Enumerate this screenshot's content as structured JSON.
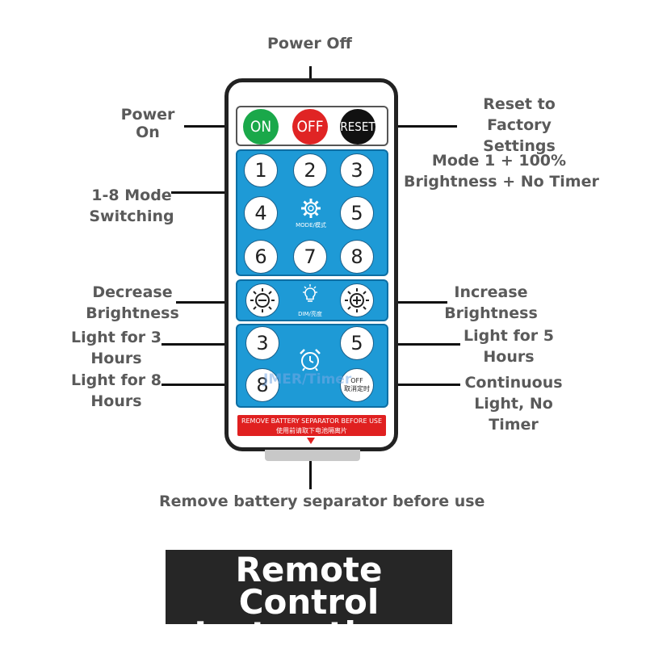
{
  "labels": {
    "power_off": "Power Off",
    "power_on": [
      "Power",
      "On"
    ],
    "reset": [
      "Reset to",
      "Factory",
      "Settings"
    ],
    "mode_one": [
      "Mode 1 + 100%",
      "Brightness + No Timer"
    ],
    "mode_switching": [
      "1-8 Mode",
      "Switching"
    ],
    "decrease": [
      "Decrease",
      "Brightness"
    ],
    "increase": [
      "Increase",
      "Brightness"
    ],
    "light3": [
      "Light for 3",
      "Hours"
    ],
    "light5": [
      "Light for 5",
      "Hours"
    ],
    "light8": [
      "Light for 8",
      "Hours"
    ],
    "continuous": [
      "Continuous",
      "Light, No",
      "Timer"
    ],
    "remove_sep": "Remove battery separator before use"
  },
  "remote": {
    "on": "ON",
    "off": "OFF",
    "reset": "RESET",
    "modes": [
      "1",
      "2",
      "3",
      "4",
      "5",
      "6",
      "7",
      "8"
    ],
    "mode_caption": "MODE/模式",
    "dim_caption": "DIM/亮度",
    "timer": [
      "3",
      "5",
      "8"
    ],
    "timer_off": [
      "OFF",
      "取消定时"
    ],
    "warning": [
      "REMOVE BATTERY SEPARATOR BEFORE USE",
      "使用前请取下电池隔离片"
    ],
    "watermark": "JMER/Timer"
  },
  "title": [
    "Remote Control",
    "Instructions"
  ],
  "colors": {
    "on": "#1aa84a",
    "off": "#e02424",
    "reset": "#111111",
    "panel": "#1e9ad6"
  }
}
